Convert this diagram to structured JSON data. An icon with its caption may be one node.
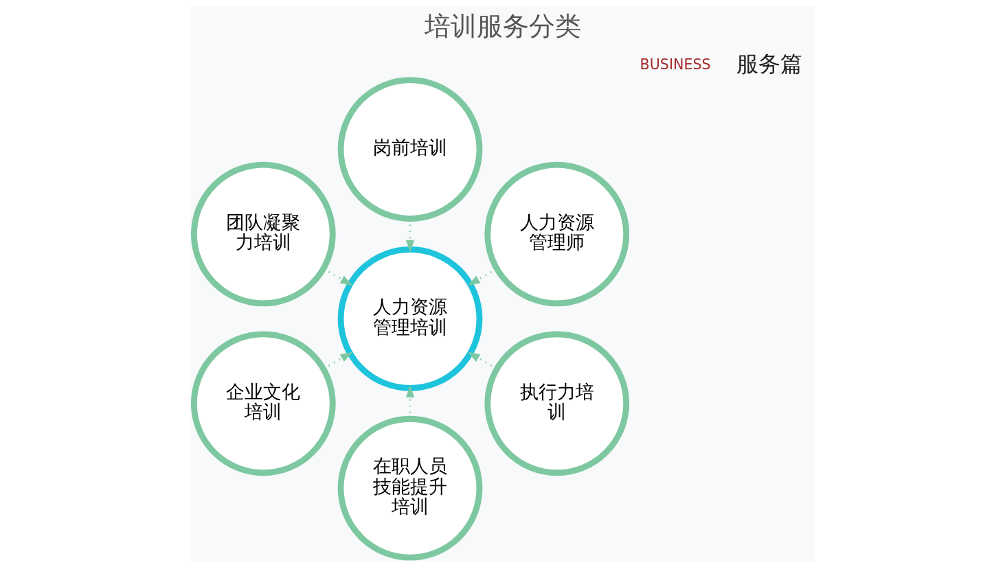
{
  "diagram": {
    "title": "培训服务分类",
    "nodes": [
      {
        "text": [
          "人力资源管理培训"
        ]
      },
      {
        "text": [
          "人力资源管理师"
        ]
      },
      {
        "text": [
          "岗前培训"
        ]
      },
      {
        "text": [
          "团队凝聚力培训"
        ]
      },
      {
        "text": [
          "企业文化培训"
        ]
      },
      {
        "text": [
          "在职人员技能提升培训"
        ]
      },
      {
        "text": [
          "执行力培训"
        ]
      }
    ],
    "edges": [
      {
        "from": 1,
        "to": 0,
        "arrow": "to",
        "style": "dashed"
      },
      {
        "from": 2,
        "to": 0,
        "arrow": "to",
        "style": "dashed"
      },
      {
        "from": 3,
        "to": 0,
        "arrow": "to",
        "style": "dashed"
      },
      {
        "from": 4,
        "to": 0,
        "arrow": "to",
        "style": "dashed"
      },
      {
        "from": 5,
        "to": 0,
        "arrow": "to",
        "style": "dashed"
      },
      {
        "from": 6,
        "to": 0,
        "arrow": "to",
        "style": "dashed"
      }
    ],
    "labels": [
      "服务篇",
      "BUSINESS"
    ]
  }
}
